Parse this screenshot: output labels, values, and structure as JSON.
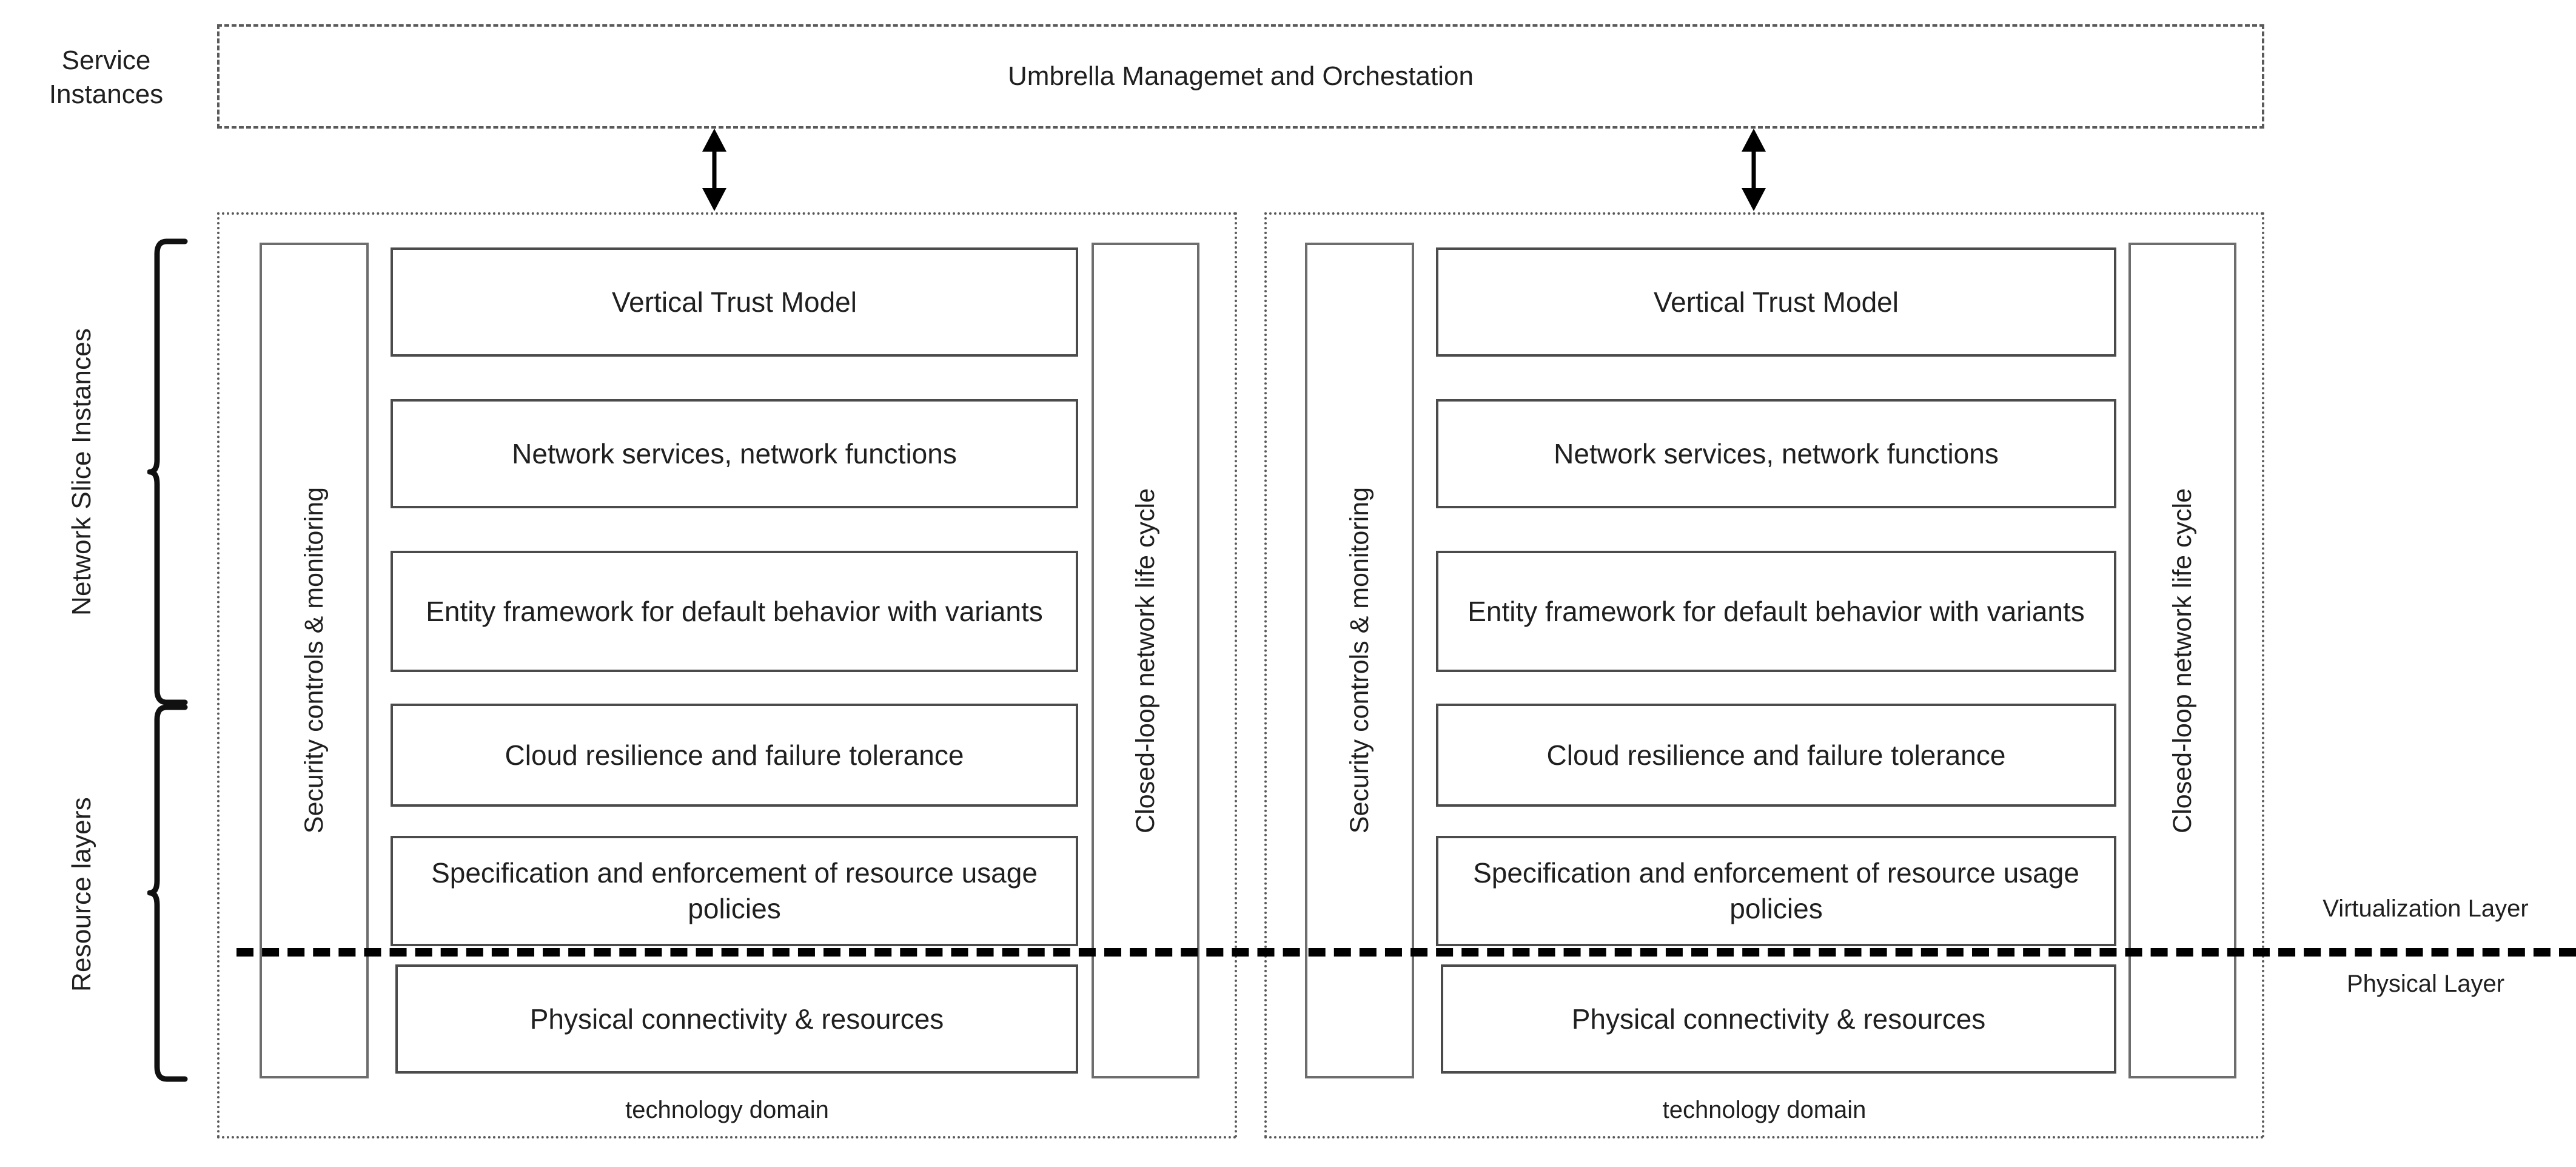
{
  "diagram": {
    "title_row": {
      "service_instances_label": "Service\nInstances",
      "umbrella_box_label": "Umbrella Managemet and Orchestation"
    },
    "row_labels": {
      "network_slice_instances": "Network  Slice Instances",
      "resource_layers": "Resource layers"
    },
    "layer_captions": {
      "virtualization": "Virtualization Layer",
      "physical": "Physical Layer"
    },
    "domains": [
      {
        "id": "domain-left",
        "caption": "technology domain",
        "left_panel_label": "Security controls & monitoring",
        "right_panel_label": "Closed-loop network life cycle",
        "stack": [
          "Vertical Trust Model",
          "Network services, network functions",
          "Entity framework for default behavior with variants",
          "Cloud resilience and failure tolerance",
          "Specification and enforcement of resource usage policies",
          "Physical connectivity & resources"
        ]
      },
      {
        "id": "domain-right",
        "caption": "technology domain",
        "left_panel_label": "Security controls & monitoring",
        "right_panel_label": "Closed-loop network life cycle",
        "stack": [
          "Vertical Trust Model",
          "Network services, network functions",
          "Entity framework for default behavior with variants",
          "Cloud resilience and failure tolerance",
          "Specification and enforcement of resource usage policies",
          "Physical connectivity & resources"
        ]
      }
    ],
    "colors": {
      "stroke_dark": "#4b4b4b",
      "stroke_dotted": "#5a5a5a",
      "divider": "#000000",
      "text": "#1f1f1f",
      "background": "#ffffff"
    }
  }
}
